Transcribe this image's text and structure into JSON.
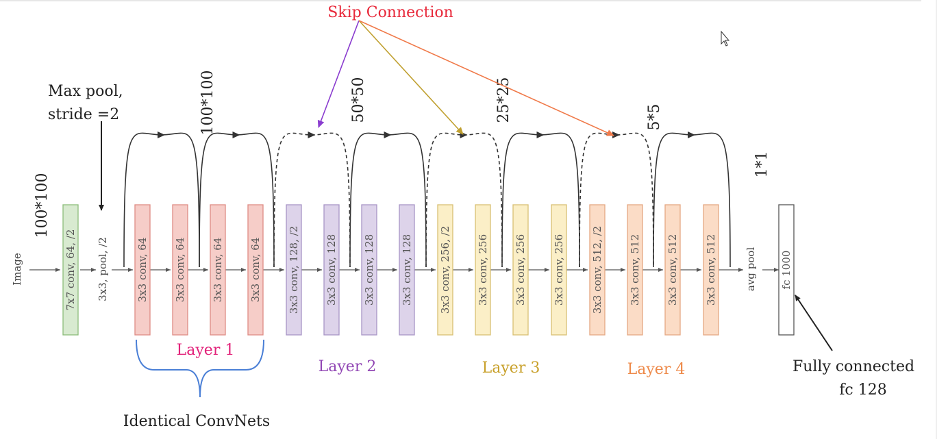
{
  "title": "Skip Connection",
  "input_label": "Image",
  "maxpool_note": [
    "Max pool,",
    "stride =2"
  ],
  "pool_label": "3x3, pool, /2",
  "avgpool_label": "avg pool",
  "blocks": [
    {
      "label": "7x7 conv, 64, /2",
      "group": "stem"
    },
    {
      "label": "3x3 conv, 64",
      "group": "l1"
    },
    {
      "label": "3x3 conv, 64",
      "group": "l1"
    },
    {
      "label": "3x3 conv, 64",
      "group": "l1"
    },
    {
      "label": "3x3 conv, 64",
      "group": "l1"
    },
    {
      "label": "3x3 conv, 128, /2",
      "group": "l2"
    },
    {
      "label": "3x3 conv, 128",
      "group": "l2"
    },
    {
      "label": "3x3 conv, 128",
      "group": "l2"
    },
    {
      "label": "3x3 conv, 128",
      "group": "l2"
    },
    {
      "label": "3x3 conv, 256, /2",
      "group": "l3"
    },
    {
      "label": "3x3 conv, 256",
      "group": "l3"
    },
    {
      "label": "3x3 conv, 256",
      "group": "l3"
    },
    {
      "label": "3x3 conv, 256",
      "group": "l3"
    },
    {
      "label": "3x3 conv, 512, /2",
      "group": "l4"
    },
    {
      "label": "3x3 conv, 512",
      "group": "l4"
    },
    {
      "label": "3x3 conv, 512",
      "group": "l4"
    },
    {
      "label": "3x3 conv, 512",
      "group": "l4"
    },
    {
      "label": "fc 1000",
      "group": "fc"
    }
  ],
  "dimensions": [
    "100*100",
    "100*100",
    "50*50",
    "25*25",
    "5*5",
    "1*1"
  ],
  "layers": [
    {
      "label": "Layer 1",
      "color": "#e2227a"
    },
    {
      "label": "Layer 2",
      "color": "#9146b4"
    },
    {
      "label": "Layer 3",
      "color": "#c8a02a"
    },
    {
      "label": "Layer 4",
      "color": "#ee8a4a"
    }
  ],
  "identical_label": "Identical ConvNets",
  "fc_note": [
    "Fully connected",
    "fc 128"
  ],
  "colors": {
    "title": "#e8283a",
    "stem_fill": "#d8ead0",
    "stem_stroke": "#8bbd79",
    "l1_fill": "#f6cdc8",
    "l1_stroke": "#de8b84",
    "l2_fill": "#ddd3ea",
    "l2_stroke": "#a894c5",
    "l3_fill": "#fbefc7",
    "l3_stroke": "#d8bf73",
    "l4_fill": "#fbdcc6",
    "l4_stroke": "#e4a883",
    "fc_fill": "#ffffff",
    "fc_stroke": "#555555",
    "brace": "#4a7fd6",
    "arrow_purple": "#8a3ccf",
    "arrow_olive": "#c0a030",
    "arrow_orange": "#f07a4a"
  }
}
